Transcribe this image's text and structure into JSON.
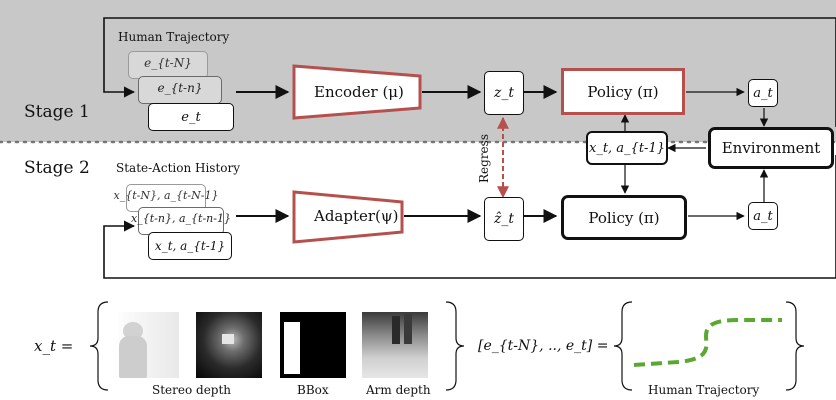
{
  "stage1": {
    "label": "Stage 1",
    "history_title": "Human Trajectory",
    "history_items": [
      "e_{t-N}",
      "e_{t-n}",
      "e_t"
    ],
    "encoder": "Encoder (μ)",
    "latent": "z_t",
    "policy": "Policy (π)",
    "action": "a_t"
  },
  "stage2": {
    "label": "Stage 2",
    "history_title": "State-Action History",
    "history_items": [
      "x_{t-N}, a_{t-N-1}",
      "x_{t-n}, a_{t-n-1}",
      "x_t, a_{t-1}"
    ],
    "adapter": "Adapter(ψ)",
    "latent": "ẑ_t",
    "policy": "Policy (π)",
    "action": "a_t"
  },
  "shared": {
    "state_box": "x_t, a_{t-1}",
    "environment": "Environment",
    "regress": "Regress"
  },
  "legend": {
    "xt_lhs": "x_t =",
    "images": [
      "Stereo depth",
      "BBox",
      "Arm depth"
    ],
    "traj_lhs": "[e_{t-N}, .., e_t] =",
    "traj_label": "Human Trajectory"
  },
  "colors": {
    "stage1_bg": "#c8c8c8",
    "accent_red": "#b5504c",
    "trajectory_green": "#5aa832"
  }
}
